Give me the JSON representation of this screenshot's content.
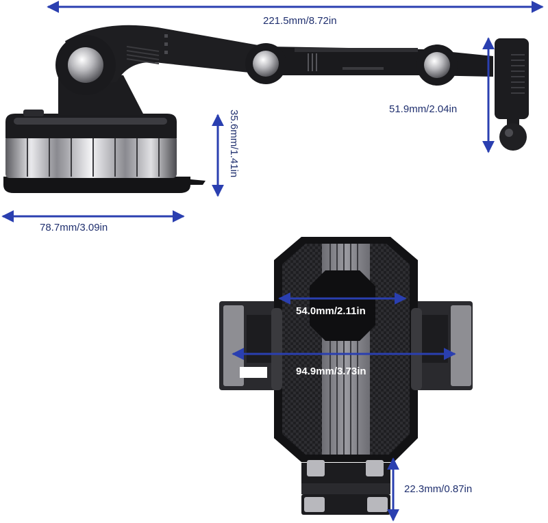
{
  "dimensions": {
    "arm_length": "221.5mm/8.72in",
    "base_height": "35.6mm/1.41in",
    "base_width": "78.7mm/3.09in",
    "ball_height": "51.9mm/2.04in",
    "clamp_min_width": "54.0mm/2.11in",
    "clamp_max_width": "94.9mm/3.73in",
    "foot_height": "22.3mm/0.87in"
  },
  "colors": {
    "dimension_arrow": "#2a3fb0",
    "label_text": "#1f2f6e",
    "product_body": "#1c1c1e",
    "accent_grey": "#8e8e93"
  }
}
